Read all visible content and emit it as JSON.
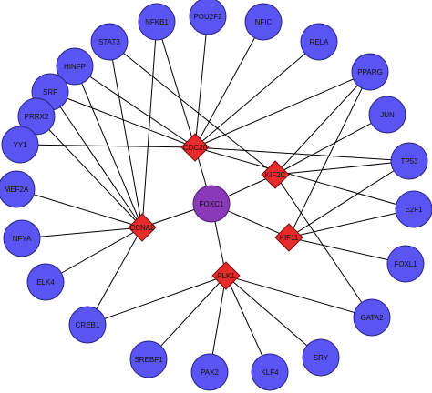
{
  "colors": {
    "tf_fill": "#5a55f2",
    "tf_stroke": "#2a2680",
    "hub_fill": "#e62b2b",
    "hub_stroke": "#7a1010",
    "center_fill": "#8a3ab9",
    "center_stroke": "#4a1a6a",
    "edge": "#000000",
    "background": "#ffffff"
  },
  "diagram": {
    "type": "network",
    "center": {
      "id": "FOXC1",
      "label": "FOXC1",
      "shape": "circle"
    },
    "hubs": [
      {
        "id": "CDC20",
        "label": "CDC20",
        "shape": "diamond"
      },
      {
        "id": "KIF2C",
        "label": "KIF2C",
        "shape": "diamond"
      },
      {
        "id": "CCNA2",
        "label": "CCNA2",
        "shape": "diamond"
      },
      {
        "id": "KIF11",
        "label": "KIF11",
        "shape": "diamond"
      },
      {
        "id": "PLK1",
        "label": "PLK1",
        "shape": "diamond"
      }
    ],
    "tfs": [
      {
        "id": "NFKB1",
        "label": "NFKB1"
      },
      {
        "id": "POU2F2",
        "label": "POU2F2"
      },
      {
        "id": "NFIC",
        "label": "NFIC"
      },
      {
        "id": "STAT3",
        "label": "STAT3"
      },
      {
        "id": "RELA",
        "label": "RELA"
      },
      {
        "id": "HINFP",
        "label": "HINFP"
      },
      {
        "id": "PPARG",
        "label": "PPARG"
      },
      {
        "id": "SRF",
        "label": "SRF"
      },
      {
        "id": "PRRX2",
        "label": "PRRX2"
      },
      {
        "id": "JUN",
        "label": "JUN"
      },
      {
        "id": "YY1",
        "label": "YY1"
      },
      {
        "id": "TP53",
        "label": "TP53"
      },
      {
        "id": "MEF2A",
        "label": "MEF2A"
      },
      {
        "id": "E2F1",
        "label": "E2F1"
      },
      {
        "id": "NFYA",
        "label": "NFYA"
      },
      {
        "id": "FOXL1",
        "label": "FOXL1"
      },
      {
        "id": "ELK4",
        "label": "ELK4"
      },
      {
        "id": "GATA2",
        "label": "GATA2"
      },
      {
        "id": "CREB1",
        "label": "CREB1"
      },
      {
        "id": "SRY",
        "label": "SRY"
      },
      {
        "id": "SREBF1",
        "label": "SREBF1"
      },
      {
        "id": "PAX2",
        "label": "PAX2"
      },
      {
        "id": "KLF4",
        "label": "KLF4"
      }
    ],
    "edges": [
      [
        "FOXC1",
        "CDC20"
      ],
      [
        "FOXC1",
        "KIF2C"
      ],
      [
        "FOXC1",
        "CCNA2"
      ],
      [
        "FOXC1",
        "KIF11"
      ],
      [
        "FOXC1",
        "PLK1"
      ],
      [
        "NFKB1",
        "CDC20"
      ],
      [
        "NFKB1",
        "CCNA2"
      ],
      [
        "POU2F2",
        "CDC20"
      ],
      [
        "NFIC",
        "CDC20"
      ],
      [
        "STAT3",
        "CCNA2"
      ],
      [
        "STAT3",
        "KIF2C"
      ],
      [
        "RELA",
        "CDC20"
      ],
      [
        "HINFP",
        "CCNA2"
      ],
      [
        "HINFP",
        "CDC20"
      ],
      [
        "SRF",
        "CCNA2"
      ],
      [
        "SRF",
        "CDC20"
      ],
      [
        "PRRX2",
        "CCNA2"
      ],
      [
        "YY1",
        "CDC20"
      ],
      [
        "MEF2A",
        "CCNA2"
      ],
      [
        "NFYA",
        "CCNA2"
      ],
      [
        "ELK4",
        "CCNA2"
      ],
      [
        "CREB1",
        "CCNA2"
      ],
      [
        "CREB1",
        "PLK1"
      ],
      [
        "SREBF1",
        "PLK1"
      ],
      [
        "PAX2",
        "PLK1"
      ],
      [
        "KLF4",
        "PLK1"
      ],
      [
        "SRY",
        "PLK1"
      ],
      [
        "GATA2",
        "PLK1"
      ],
      [
        "GATA2",
        "KIF2C"
      ],
      [
        "FOXL1",
        "KIF11"
      ],
      [
        "E2F1",
        "KIF11"
      ],
      [
        "E2F1",
        "CDC20"
      ],
      [
        "TP53",
        "KIF2C"
      ],
      [
        "TP53",
        "CDC20"
      ],
      [
        "TP53",
        "KIF11"
      ],
      [
        "JUN",
        "KIF2C"
      ],
      [
        "PPARG",
        "CDC20"
      ],
      [
        "PPARG",
        "KIF11"
      ],
      [
        "PPARG",
        "KIF2C"
      ]
    ]
  }
}
